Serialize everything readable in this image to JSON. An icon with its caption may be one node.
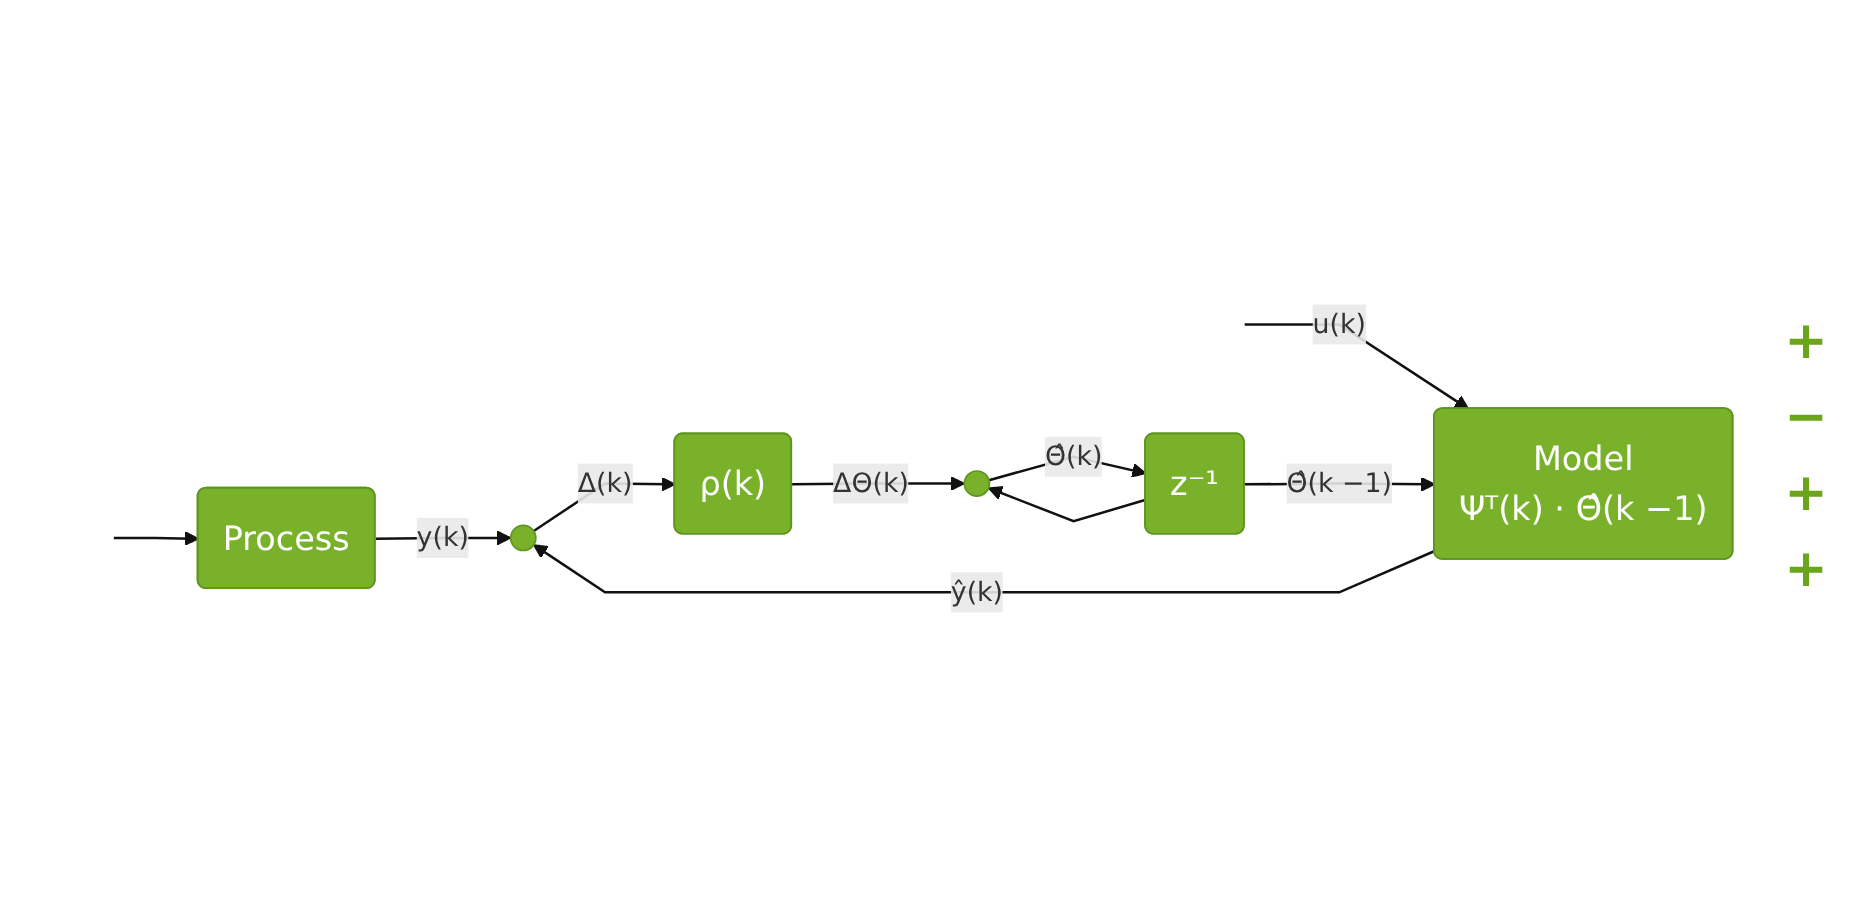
{
  "diagram": {
    "nodes": [
      {
        "text": [
          "Process"
        ]
      },
      {
        "text": [
          "Model",
          "Ψᵀ(k) · Θ̂(k −1)"
        ]
      },
      {
        "text": [],
        "shape": "circle"
      },
      {
        "text": [
          "ρ(k)"
        ]
      },
      {
        "text": [],
        "shape": "circle"
      },
      {
        "text": [
          "z⁻¹"
        ]
      }
    ],
    "edges": [
      {
        "from": null,
        "to": 0,
        "arrow": "to"
      },
      {
        "from": null,
        "to": 1,
        "arrow": "to",
        "label": "u(k)"
      },
      {
        "from": 0,
        "to": 2,
        "arrow": "to",
        "label": "y(k)"
      },
      {
        "from": 1,
        "to": 2,
        "arrow": "to",
        "label": "ŷ(k)"
      },
      {
        "from": 2,
        "to": 3,
        "arrow": "to",
        "label": "Δ(k)"
      },
      {
        "from": 3,
        "to": 4,
        "arrow": "to",
        "label": "ΔΘ(k)"
      },
      {
        "from": 4,
        "to": 5,
        "arrow": "to",
        "label": "Θ̂(k)"
      },
      {
        "from": 5,
        "to": 1,
        "arrow": "to",
        "label": "Θ̂(k −1)"
      },
      {
        "from": 5,
        "to": 4,
        "arrow": "to"
      }
    ],
    "labels": [
      "+",
      "−",
      "+",
      "+"
    ]
  }
}
